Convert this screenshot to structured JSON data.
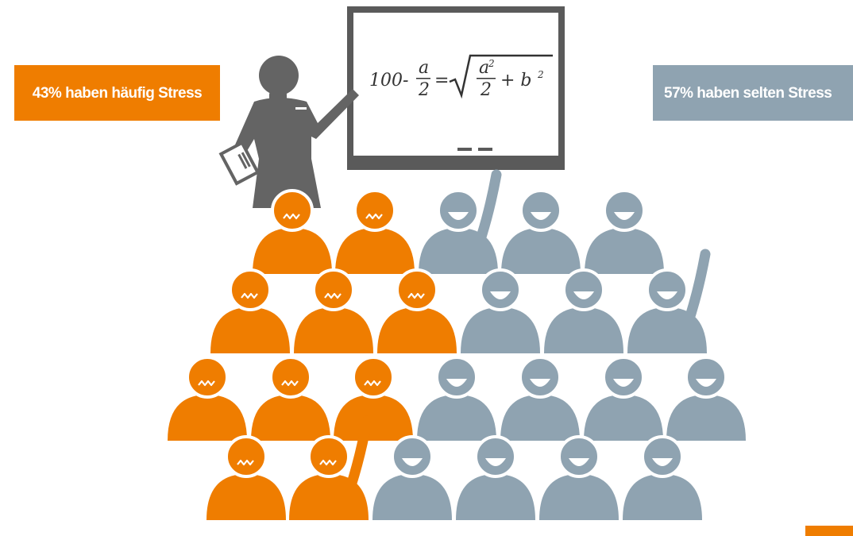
{
  "infographic": {
    "stressed": {
      "text": "43% haben häufig Stress",
      "share_percent": 43
    },
    "relaxed": {
      "text": "57% haben selten Stress",
      "share_percent": 57
    }
  },
  "colors": {
    "stressed": "#ef7d00",
    "relaxed": "#8fa3b1",
    "teacher": "#646464",
    "board_frame": "#5a5a5a"
  },
  "blackboard": {
    "formula_lead": "100-",
    "frac_a": "a",
    "frac_two": "2",
    "equals": "=",
    "rad_a": "a",
    "rad_sq": "2",
    "rad_two": "2",
    "rad_plus": "+ b",
    "rad_bsq": "2"
  },
  "icons": {
    "teacher": "teacher-pointing-icon",
    "student_stressed": "stressed-student-icon",
    "student_relaxed": "smiling-student-icon"
  }
}
